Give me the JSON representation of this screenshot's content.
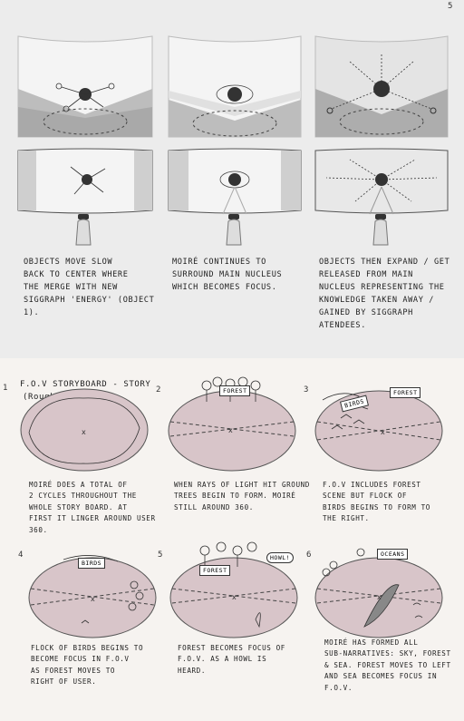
{
  "page_number": "5",
  "top": {
    "captions": [
      "OBJECTS MOVE SLOW\nBACK TO CENTER WHERE\nTHE MERGE WITH NEW\nSIGGRAPH 'ENERGY' (OBJECT 1).",
      "MOIRÉ CONTINUES TO\nSURROUND MAIN NUCLEUS\nWHICH BECOMES FOCUS.",
      "OBJECTS THEN EXPAND / GET\nRELEASED FROM MAIN\nNUCLEUS REPRESENTING THE\nKNOWLEDGE TAKEN AWAY /\nGAINED BY SIGGRAPH\nATENDEES."
    ]
  },
  "bottom": {
    "title": "F.O.V STORYBOARD - STORY",
    "title_note": "(Rough)",
    "panels": [
      {
        "number": "1",
        "tags": [],
        "caption": "MOIRÉ DOES A TOTAL OF\n2 CYCLES THROUGHOUT THE\nWHOLE STORY BOARD. AT\nFIRST IT LINGER AROUND USER\n360."
      },
      {
        "number": "2",
        "tags": [
          "FOREST"
        ],
        "caption": "WHEN RAYS OF LIGHT HIT GROUND\nTREES BEGIN TO FORM. MOIRÉ\nSTILL AROUND 360."
      },
      {
        "number": "3",
        "tags": [
          "BIRDS",
          "FOREST"
        ],
        "caption": "F.O.V INCLUDES FOREST\nSCENE BUT FLOCK OF\nBIRDS BEGINS TO FORM TO\nTHE RIGHT."
      },
      {
        "number": "4",
        "tags": [
          "BIRDS"
        ],
        "caption": "FLOCK OF BIRDS BEGINS TO\nBECOME FOCUS IN F.O.V\nAS FOREST MOVES TO\nRIGHT OF USER."
      },
      {
        "number": "5",
        "tags": [
          "FOREST",
          "HOWL!"
        ],
        "caption": "FOREST BECOMES FOCUS OF\nF.O.V. AS A HOWL IS\nHEARD."
      },
      {
        "number": "6",
        "tags": [
          "OCEANS"
        ],
        "caption": "MOIRÉ HAS FORMED ALL\nSUB-NARRATIVES: SKY, FOREST\n& SEA. FOREST MOVES TO LEFT\nAND SEA BECOMES FOCUS IN\nF.O.V."
      }
    ]
  }
}
